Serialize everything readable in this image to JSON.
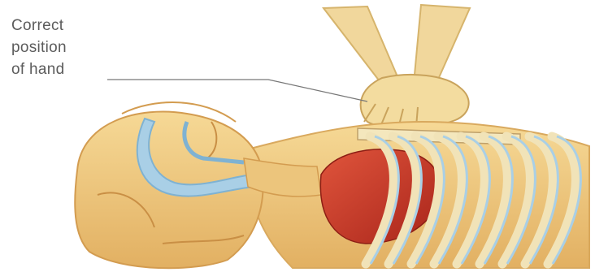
{
  "callout": {
    "lines": [
      "Correct",
      "position",
      "of hand"
    ]
  },
  "colors": {
    "skin": "#f2cd86",
    "skin_shadow": "#dca654",
    "bone": "#efe2b6",
    "airway": "#a9cfe6",
    "heart": "#c8311f",
    "leader_line": "#777777"
  },
  "icons": [
    "hand-icon",
    "head-icon",
    "rib-cage-icon",
    "heart-icon",
    "airway-icon"
  ]
}
